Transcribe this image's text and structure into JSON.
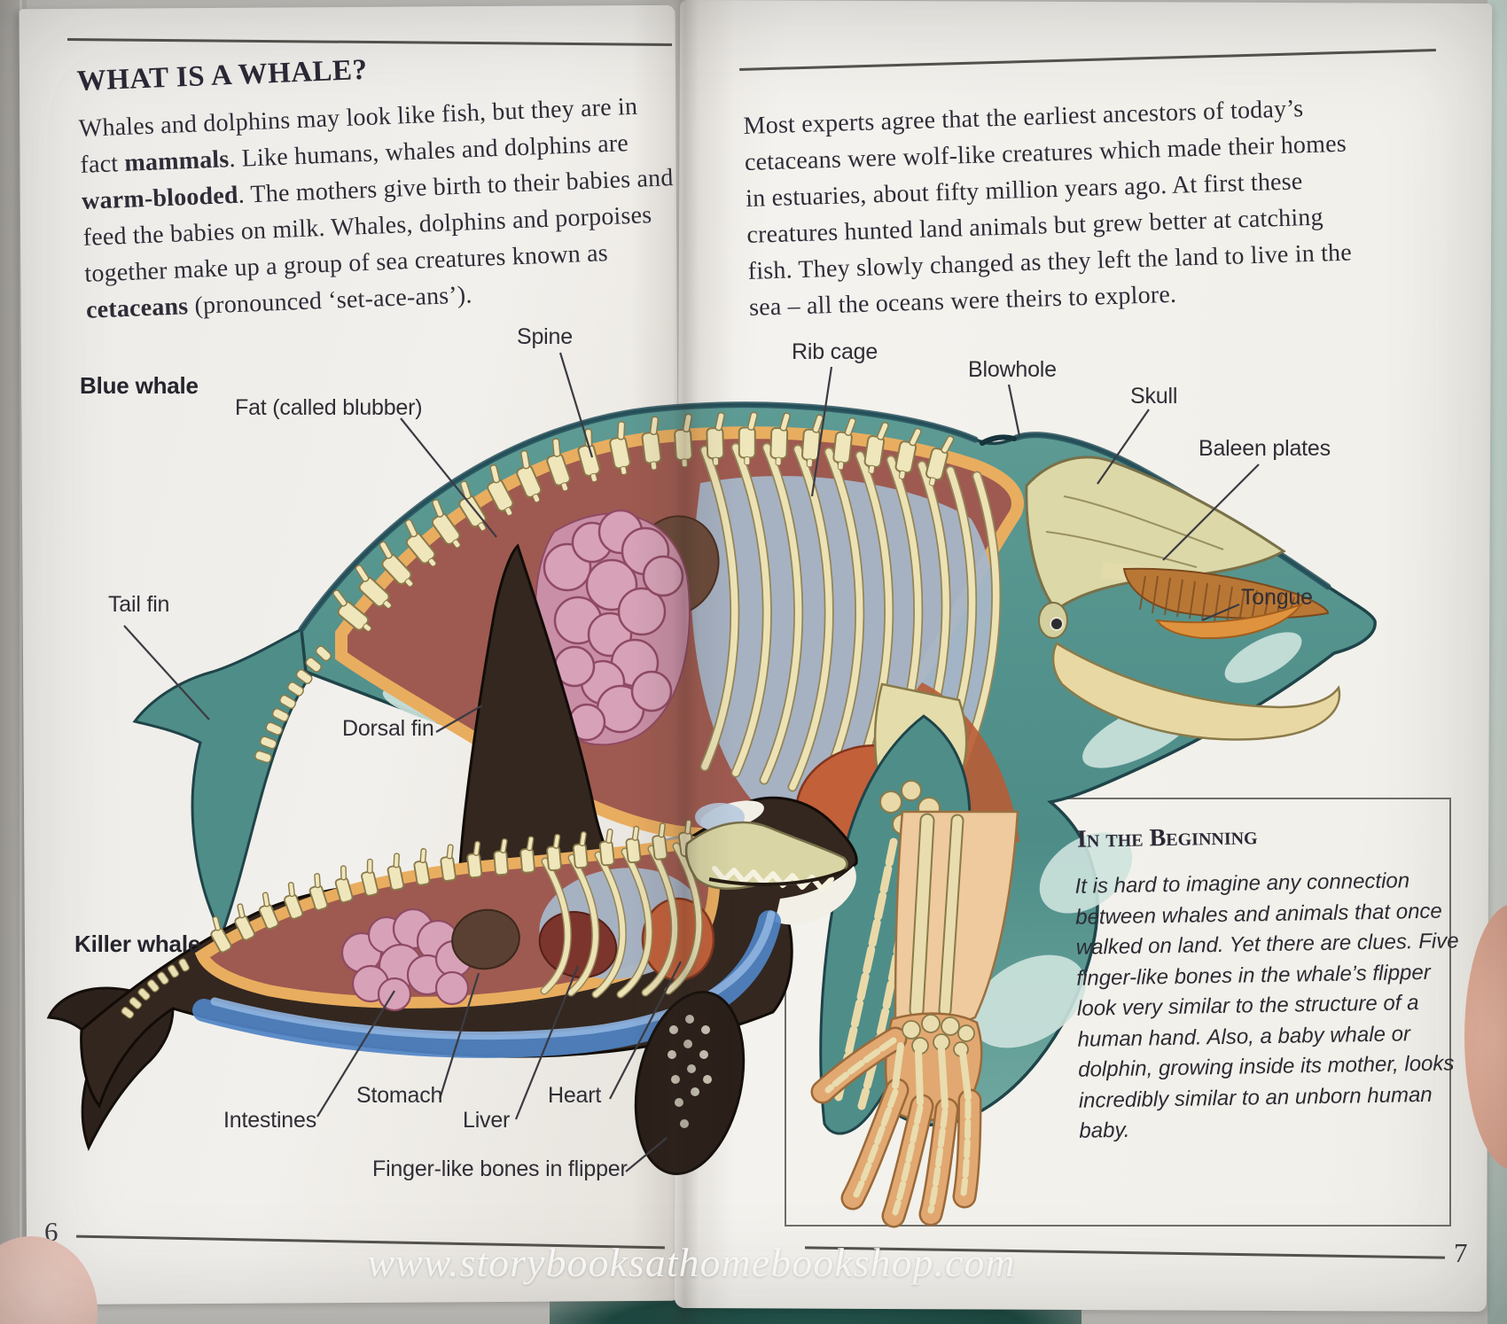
{
  "photo": {
    "watermark": "www.storybooksathomebookshop.com"
  },
  "left_page": {
    "heading": "WHAT IS A WHALE?",
    "paragraph": {
      "p1": "Whales and dolphins may look like fish, but they are in fact ",
      "b1": "mammals",
      "p2": ". Like humans, whales and dolphins are ",
      "b2": "warm-blooded",
      "p3": ". The mothers give birth to their babies and feed the babies on milk. Whales, dolphins and porpoises together make up a group of sea creatures known as ",
      "b3": "cetaceans",
      "p4": " (pronounced ‘set-ace-ans’)."
    },
    "page_number": "6"
  },
  "right_page": {
    "paragraph": "Most experts agree that the earliest ancestors of today’s cetaceans were wolf-like creatures which made their homes in estuaries, about fifty million years ago. At first these creatures hunted land animals but grew better at catching fish. They slowly changed as they left the land to live in the sea – all the oceans were theirs to explore.",
    "page_number": "7",
    "sidebar": {
      "heading": "In the Beginning",
      "body": "It is hard to imagine any connection between whales and animals that once walked on land. Yet there are clues. Five finger-like bones in the whale’s flipper look very similar to the structure of a human hand. Also, a baby whale or dolphin, growing inside its mother, looks incredibly similar to an unborn human baby."
    }
  },
  "diagram": {
    "blue_whale_label": "Blue whale",
    "killer_whale_label": "Killer whale",
    "labels": {
      "spine": "Spine",
      "rib_cage": "Rib cage",
      "blowhole": "Blowhole",
      "skull": "Skull",
      "baleen_plates": "Baleen plates",
      "tongue": "Tongue",
      "fat_blubber": "Fat (called blubber)",
      "tail_fin": "Tail fin",
      "dorsal_fin": "Dorsal fin",
      "intestines": "Intestines",
      "stomach": "Stomach",
      "liver": "Liver",
      "heart": "Heart",
      "finger_bones": "Finger-like bones in flipper"
    }
  },
  "colors": {
    "whale_teal": "#55948e",
    "blubber_orange": "#e9ad5f",
    "cavity_maroon": "#9e5a50",
    "bone_cream": "#efe6bc",
    "orca_black": "#33271f",
    "intestine_pink": "#d7a2b8",
    "heart_orange": "#c2603a",
    "baleen_brown": "#b97736"
  }
}
